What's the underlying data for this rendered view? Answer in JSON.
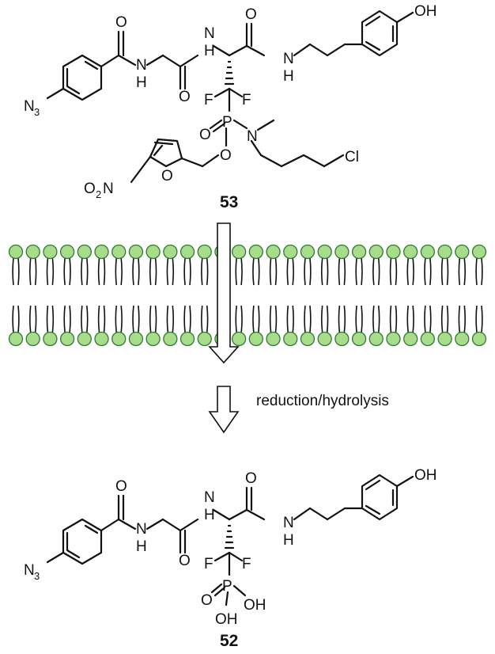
{
  "molecule_top": {
    "compound_label": "53",
    "atoms": {
      "azide": "N",
      "azide_sub": "3",
      "amide_o1": "O",
      "amide_nh1": "N",
      "amide_h1": "H",
      "amide_o2": "O",
      "amide_nh2": "N",
      "amide_h2": "H",
      "amide_o3": "O",
      "amide_nh3": "N",
      "amide_h3": "H",
      "hydroxyl": "OH",
      "fluorine_left": "F",
      "fluorine_right": "F",
      "phosphorus": "P",
      "p_oxo": "O",
      "p_ester_o": "O",
      "p_amide_n": "N",
      "chlorine": "Cl",
      "nitro_o": "O",
      "nitro_sub": "2",
      "nitro_n": "N",
      "furan_o": "O"
    }
  },
  "membrane": {
    "leaflets": 2,
    "lipid_count_per_leaflet": 28,
    "head_color": "#a8dc8a",
    "head_stroke": "#2e7d32"
  },
  "step": {
    "label": "reduction/hydrolysis"
  },
  "molecule_bottom": {
    "compound_label": "52",
    "atoms": {
      "azide": "N",
      "azide_sub": "3",
      "amide_o1": "O",
      "amide_nh1": "N",
      "amide_h1": "H",
      "amide_o2": "O",
      "amide_nh2": "N",
      "amide_h2": "H",
      "amide_o3": "O",
      "amide_nh3": "N",
      "amide_h3": "H",
      "hydroxyl": "OH",
      "fluorine_left": "F",
      "fluorine_right": "F",
      "phosphorus": "P",
      "p_oxo": "O",
      "p_oh1": "OH",
      "p_oh2": "OH"
    }
  }
}
